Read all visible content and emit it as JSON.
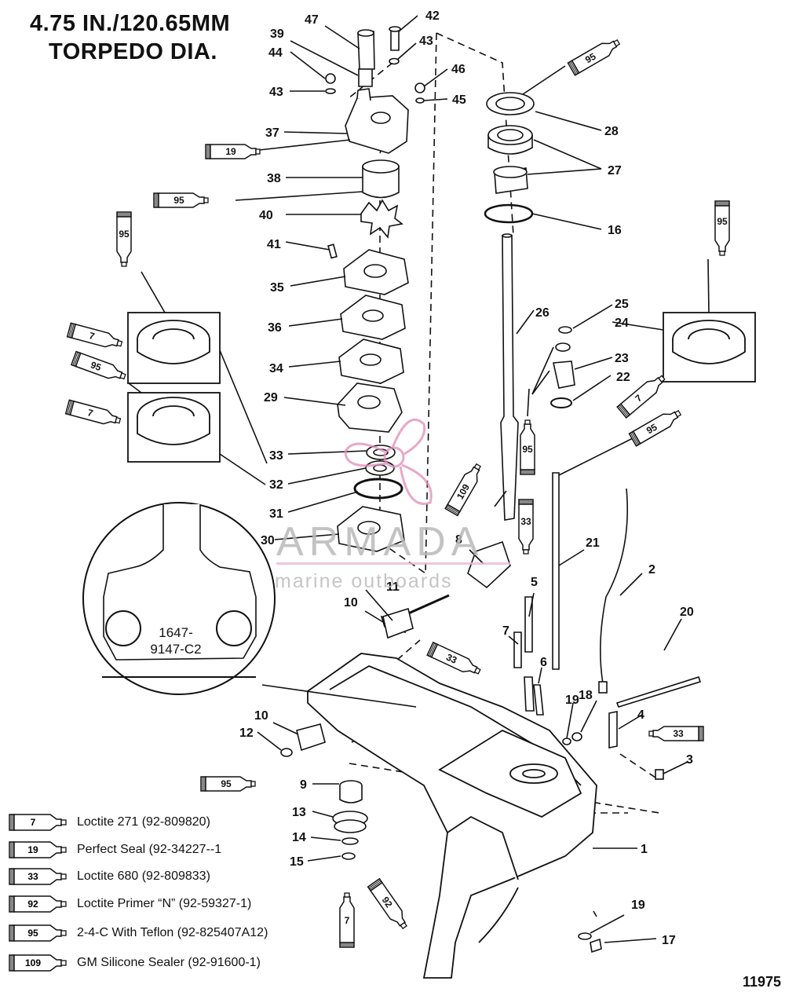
{
  "title": {
    "line1": "4.75 IN./120.65MM",
    "line2": "TORPEDO DIA."
  },
  "figure_number": "11975",
  "watermark": {
    "brand": "ARMADA",
    "tagline": "marine outboards",
    "accent_color": "#e18bb8"
  },
  "inset_label": {
    "line1": "1647-",
    "line2": "9147-C2"
  },
  "callouts": {
    "c1": "1",
    "c2": "2",
    "c3": "3",
    "c4": "4",
    "c5": "5",
    "c6": "6",
    "c7a": "7",
    "c8": "8",
    "c9": "9",
    "c10a": "10",
    "c10b": "10",
    "c11": "11",
    "c12": "12",
    "c13": "13",
    "c14": "14",
    "c15": "15",
    "c16": "16",
    "c17": "17",
    "c18": "18",
    "c19a": "19",
    "c19b": "19",
    "c20": "20",
    "c21": "21",
    "c22": "22",
    "c23": "23",
    "c24": "24",
    "c25": "25",
    "c26": "26",
    "c27": "27",
    "c28": "28",
    "c29": "29",
    "c30": "30",
    "c31": "31",
    "c32": "32",
    "c33": "33",
    "c34": "34",
    "c35": "35",
    "c36": "36",
    "c37": "37",
    "c38": "38",
    "c39": "39",
    "c40": "40",
    "c41": "41",
    "c42": "42",
    "c43a": "43",
    "c43b": "43",
    "c44": "44",
    "c45": "45",
    "c46": "46",
    "c47": "47"
  },
  "tube_labels": {
    "t95_top": "95",
    "t19": "19",
    "t95_mid": "95",
    "t95_left": "95",
    "t7_a": "7",
    "t95_b": "95",
    "t7_b": "7",
    "t95_right": "95",
    "t7_right": "7",
    "t95_r2": "95",
    "t95_center": "95",
    "t109": "109",
    "t33_a": "33",
    "t33_b": "33",
    "t33_c": "33",
    "t95_bottom": "95",
    "t7_bottom": "7",
    "t92_bottom": "92"
  },
  "legend": [
    {
      "code": "7",
      "text": "Loctite 271 (92-809820)"
    },
    {
      "code": "19",
      "text": "Perfect Seal (92-34227--1"
    },
    {
      "code": "33",
      "text": "Loctite 680 (92-809833)"
    },
    {
      "code": "92",
      "text": "Loctite Primer “N” (92-59327-1)"
    },
    {
      "code": "95",
      "text": "2-4-C  With Teflon (92-825407A12)"
    },
    {
      "code": "109",
      "text": "GM Silicone Sealer (92-91600-1)"
    }
  ]
}
